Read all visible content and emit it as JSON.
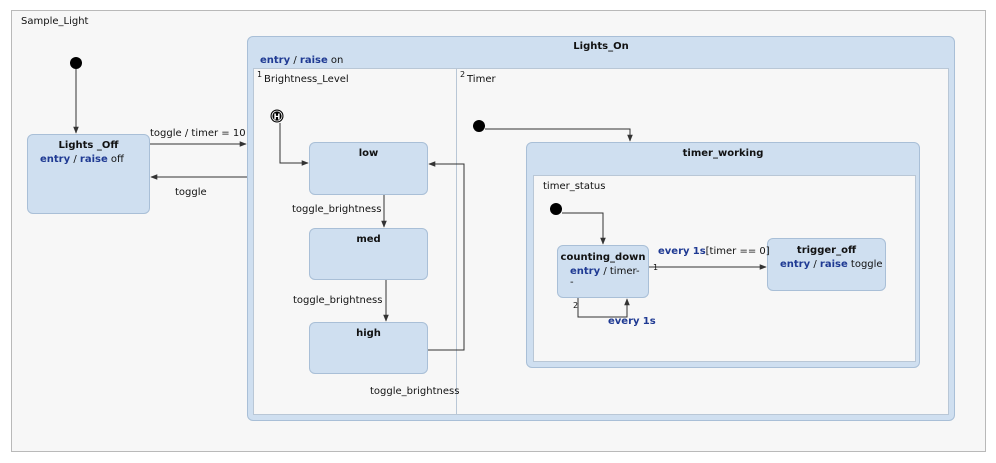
{
  "diagram": {
    "root_label": "Sample_Light",
    "lights_off": {
      "name": "Lights _Off",
      "entry_kw": "entry",
      "sep": "/",
      "raise_kw": "raise",
      "action": "off"
    },
    "lights_on": {
      "name": "Lights_On",
      "entry_kw": "entry",
      "sep": "/",
      "raise_kw": "raise",
      "action": "on"
    },
    "region_brightness": {
      "index": "1",
      "name": "Brightness_Level"
    },
    "region_timer": {
      "index": "2",
      "name": "Timer"
    },
    "history_symbol": "H",
    "states": {
      "low": "low",
      "med": "med",
      "high": "high"
    },
    "timer_working": {
      "name": "timer_working",
      "region": "timer_status"
    },
    "counting_down": {
      "name": "counting_down",
      "entry_kw": "entry",
      "sep": "/",
      "action": "timer-",
      "action_cont": "-"
    },
    "trigger_off": {
      "name": "trigger_off",
      "entry_kw": "entry",
      "sep": "/",
      "raise_kw": "raise",
      "action": "toggle"
    },
    "transitions": {
      "off_to_on": "toggle / timer = 10",
      "on_to_off": "toggle",
      "low_to_med": "toggle_brightness",
      "med_to_high": "toggle_brightness",
      "high_to_low": "toggle_brightness",
      "cd_to_trigger": {
        "priority": "1",
        "every_kw": "every",
        "time": "1s",
        "guard": "[timer == 0]"
      },
      "cd_self": {
        "priority": "2",
        "every_kw": "every",
        "time": "1s"
      }
    }
  }
}
